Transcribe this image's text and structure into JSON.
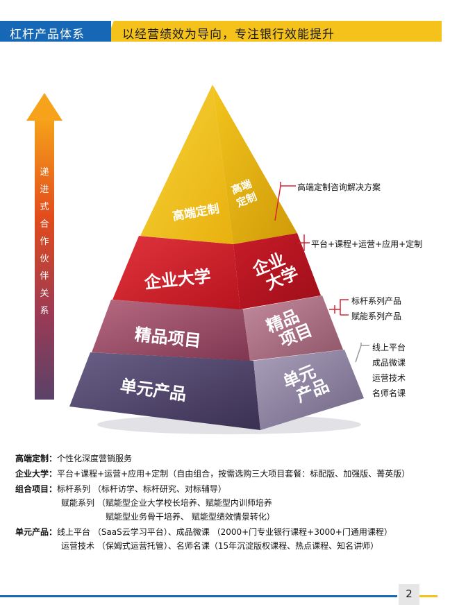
{
  "header": {
    "section_title": "杠杆产品体系",
    "slogan": "以经营绩效为导向，专注银行效能提升"
  },
  "arrow_label": "递进式合作伙伴关系",
  "pyramid": {
    "tier1": {
      "front": "高端定制",
      "side": "高端定制"
    },
    "tier2": {
      "front": "企业大学",
      "side_line1": "企业",
      "side_line2": "大学"
    },
    "tier3": {
      "front": "精品项目",
      "side_line1": "精品",
      "side_line2": "项目"
    },
    "tier4": {
      "front": "单元产品",
      "side_line1": "单元",
      "side_line2": "产品"
    }
  },
  "callouts": {
    "tier1": [
      "高端定制咨询解决方案"
    ],
    "tier2": [
      "平台+课程+运营+应用+定制"
    ],
    "tier3": [
      "标杆系列产品",
      "赋能系列产品"
    ],
    "tier4": [
      "线上平台",
      "成品微课",
      "运营技术",
      "名师名课"
    ]
  },
  "descriptions": {
    "line1_label": "高端定制：",
    "line1_text": "个性化深度营销服务",
    "line2_label": "企业大学：",
    "line2_text": "平台+课程+运营+应用+定制（自由组合，按需选购三大项目套餐：标配版、加强版、菁英版）",
    "line3_label": "组合项目：",
    "line3_text": "标杆系列 （标杆访学、标杆研究、对标辅导）",
    "line4_text": "赋能系列 （赋能型企业大学校长培养、赋能型内训师培养",
    "line5_text": "赋能型业务骨干培养、 赋能型绩效情景转化）",
    "line6_label": "单元产品：",
    "line6_text": "线上平台 （SaaS云学习平台）、成品微课 （2000+门专业银行课程+3000+门通用课程）",
    "line7_text": "运营技术 （保姆式运营托管）、名师名课（15年沉淀版权课程、热点课程、知名讲师）"
  },
  "page_number": "2",
  "colors": {
    "header_blue": "#1668b6",
    "header_yellow": "#f4c21b",
    "tier1": "#f1c21c",
    "tier2": "#d32330",
    "tier3": "#9a4a64",
    "tier4": "#4c4367"
  }
}
